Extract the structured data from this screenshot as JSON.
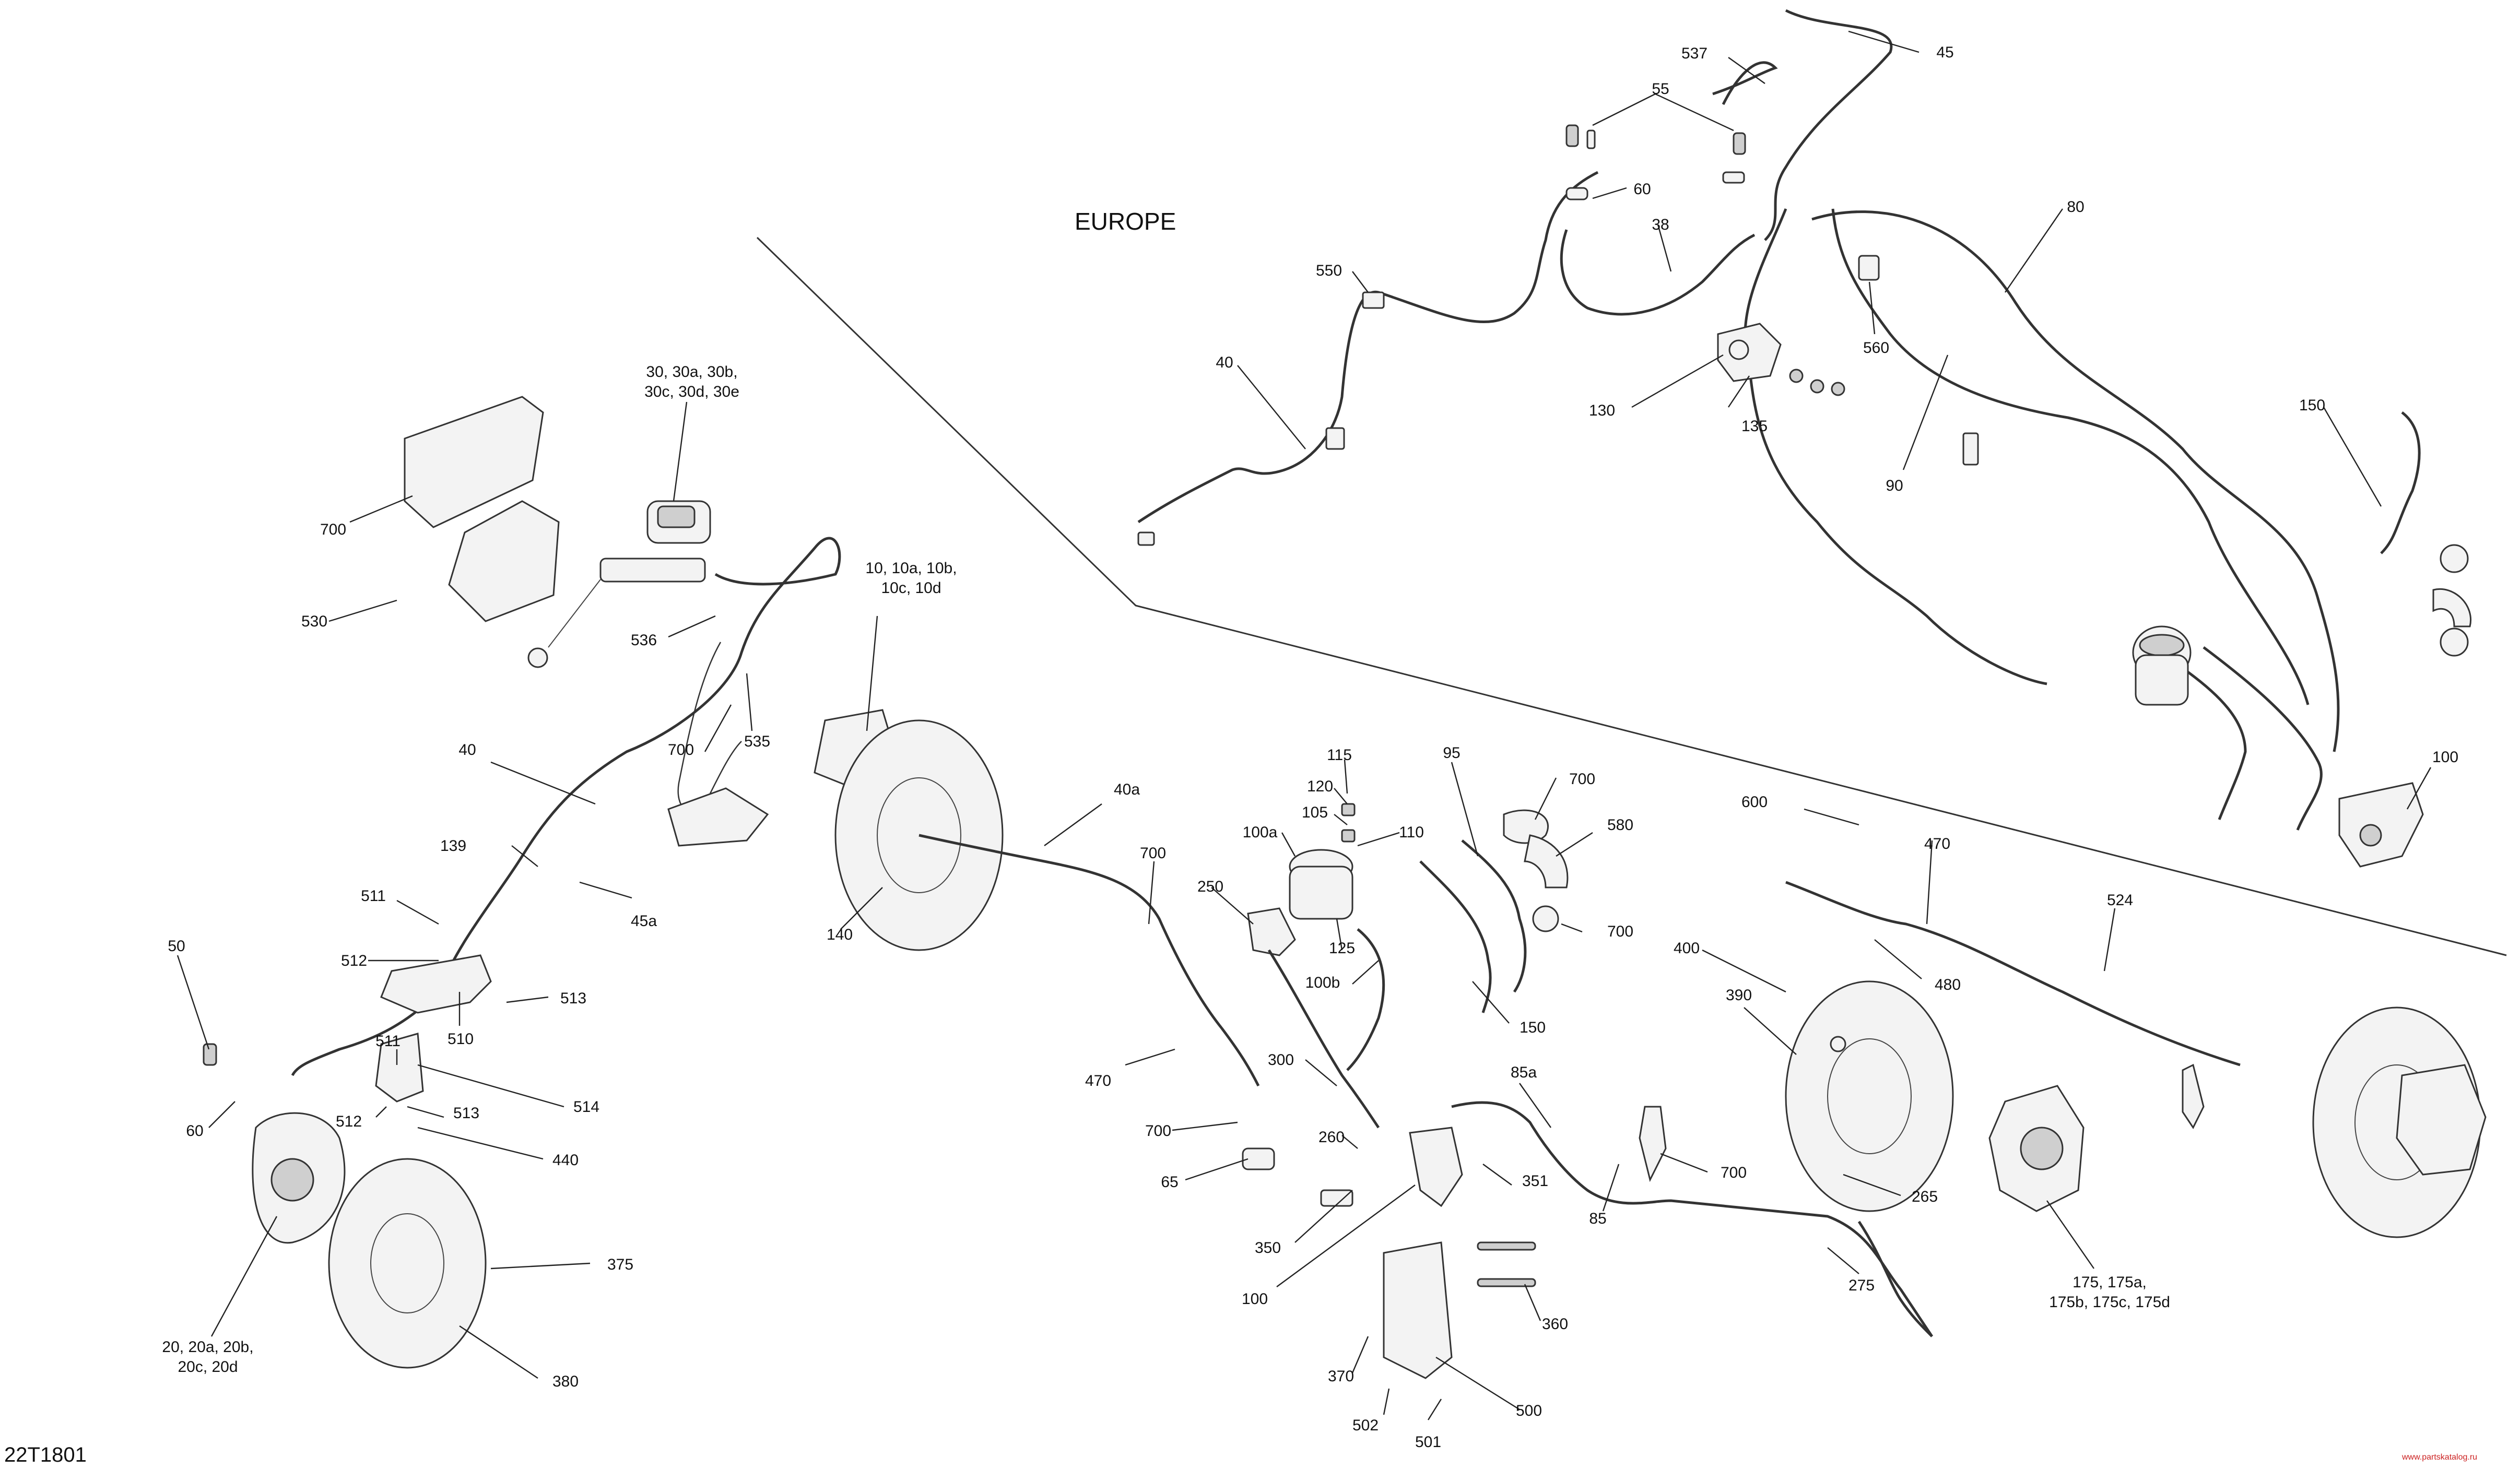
{
  "diagram": {
    "region_label": "EUROPE",
    "drawing_code": "22T1801",
    "watermark": "www.partskatalog.ru",
    "labels": {
      "l45": "45",
      "l537": "537",
      "l55": "55",
      "l60a": "60",
      "l38": "38",
      "l80": "80",
      "l550": "550",
      "l40a": "40",
      "l560": "560",
      "l130": "130",
      "l135": "135",
      "l90": "90",
      "l150a": "150",
      "l100a": "100",
      "l700a": "700",
      "l530": "530",
      "l30": "30, 30a, 30b,",
      "l30b": "30c, 30d, 30e",
      "l10": "10, 10a, 10b,",
      "l10b": "10c, 10d",
      "l536": "536",
      "l700b": "700",
      "l535": "535",
      "l40b": "40",
      "l139": "139",
      "l45a": "45a",
      "l511a": "511",
      "l512a": "512",
      "l513a": "513",
      "l510": "510",
      "l50": "50",
      "l60b": "60",
      "l511b": "511",
      "l514": "514",
      "l512b": "512",
      "l513b": "513",
      "l440": "440",
      "l375": "375",
      "l20": "20, 20a, 20b,",
      "l20b": "20c, 20d",
      "l380": "380",
      "l140": "140",
      "l40c": "40a",
      "l700c": "700",
      "l115": "115",
      "l120": "120",
      "l105": "105",
      "l110": "110",
      "l100b": "100a",
      "l250": "250",
      "l125": "125",
      "l100c": "100b",
      "l95": "95",
      "l700d": "700",
      "l580": "580",
      "l700e": "700",
      "l150b": "150",
      "l470a": "470",
      "l300": "300",
      "l260": "260",
      "l700f": "700",
      "l65": "65",
      "l350": "350",
      "l100d": "100",
      "l85a": "85a",
      "l351": "351",
      "l85": "85",
      "l360": "360",
      "l370": "370",
      "l502": "502",
      "l501": "501",
      "l500": "500",
      "l700g": "700",
      "l600": "600",
      "l470b": "470",
      "l524": "524",
      "l400": "400",
      "l480": "480",
      "l390": "390",
      "l265": "265",
      "l275": "275",
      "l175": "175, 175a,",
      "l175b": "175b, 175c, 175d"
    }
  }
}
